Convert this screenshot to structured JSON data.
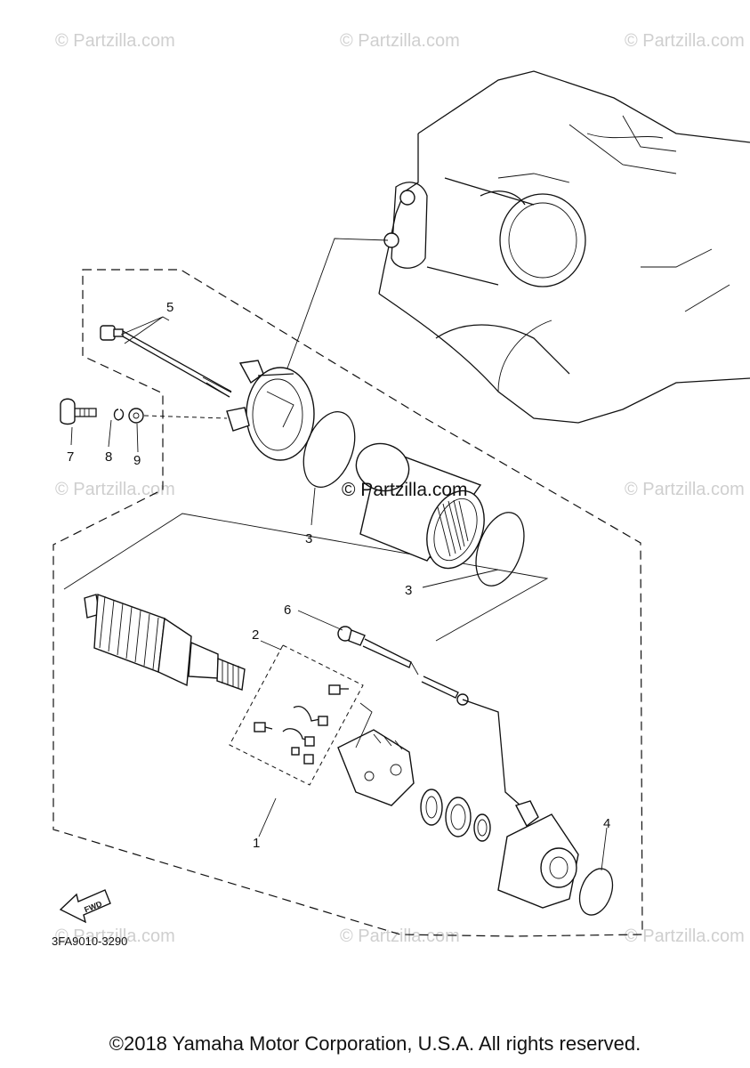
{
  "diagram": {
    "callouts": [
      "1",
      "2",
      "3",
      "3",
      "4",
      "5",
      "6",
      "7",
      "8",
      "9"
    ],
    "drawing_code": "3FA9010-3290",
    "fwd_label": "FWD",
    "watermark": "© Partzilla.com",
    "watermark_center": "© Partzilla.com"
  },
  "footer": {
    "copyright": "©2018 Yamaha Motor Corporation, U.S.A. All rights reserved."
  }
}
